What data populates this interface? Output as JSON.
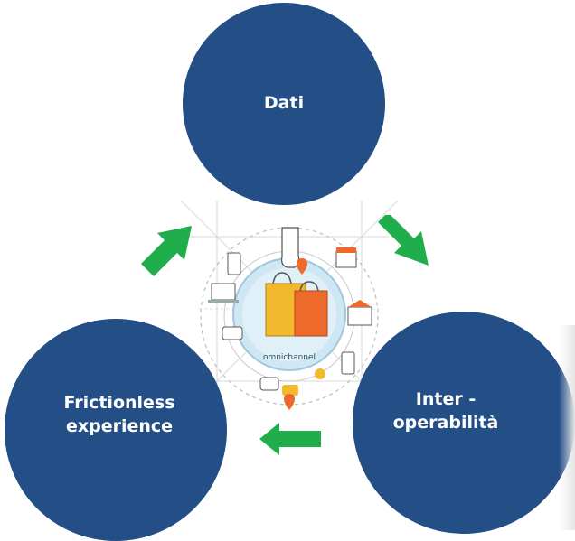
{
  "nodes": {
    "dati": {
      "label": "Dati"
    },
    "interoperabilita": {
      "line1": "Inter -",
      "line2": "operabilità"
    },
    "frictionless": {
      "line1": "Frictionless",
      "line2": "experience"
    }
  },
  "illustration": {
    "label": "omnichannel"
  },
  "colors": {
    "circle": "#234e86",
    "arrow": "#1fae4b",
    "bag_yellow": "#f2b92e",
    "bag_orange": "#ee6a2b",
    "globe": "#cfe6f3"
  },
  "icons": [
    "shopping-bags-icon",
    "store-icon",
    "chat-bubble-icon",
    "laptop-icon",
    "map-pin-icon",
    "mobile-phone-icon"
  ]
}
